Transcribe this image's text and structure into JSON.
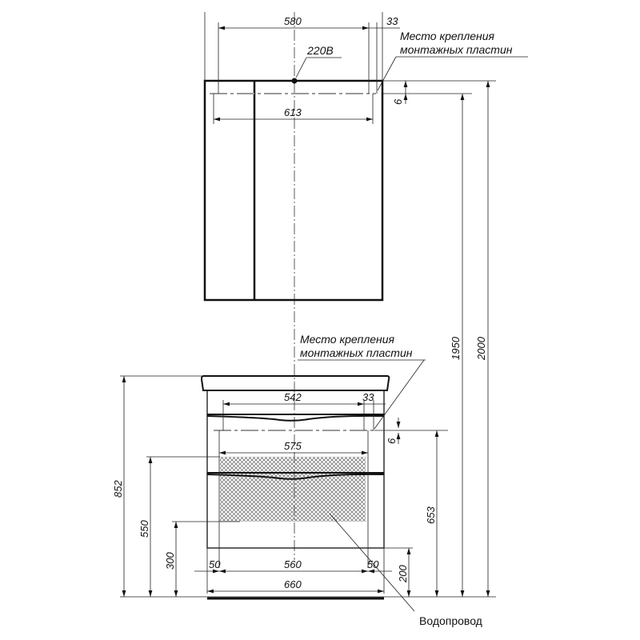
{
  "mirror": {
    "dim_width_inner": "580",
    "dim_offset": "33",
    "dim_plate_span": "613",
    "dim_plate_drop": "6",
    "socket_label": "220В",
    "mount_label_line1": "Место крепления",
    "mount_label_line2": "монтажных пластин",
    "height_1950": "1950",
    "height_2000": "2000"
  },
  "cabinet": {
    "mount_label_line1": "Место крепления",
    "mount_label_line2": "монтажных пластин",
    "dim_inner": "542",
    "dim_offset": "33",
    "dim_plate_span": "575",
    "dim_plate_drop": "6",
    "height_852": "852",
    "height_550": "550",
    "height_300": "300",
    "height_653": "653",
    "height_200": "200",
    "dim_left_50": "50",
    "dim_560": "560",
    "dim_right_50": "50",
    "dim_660": "660",
    "water_label": "Водопровод"
  }
}
